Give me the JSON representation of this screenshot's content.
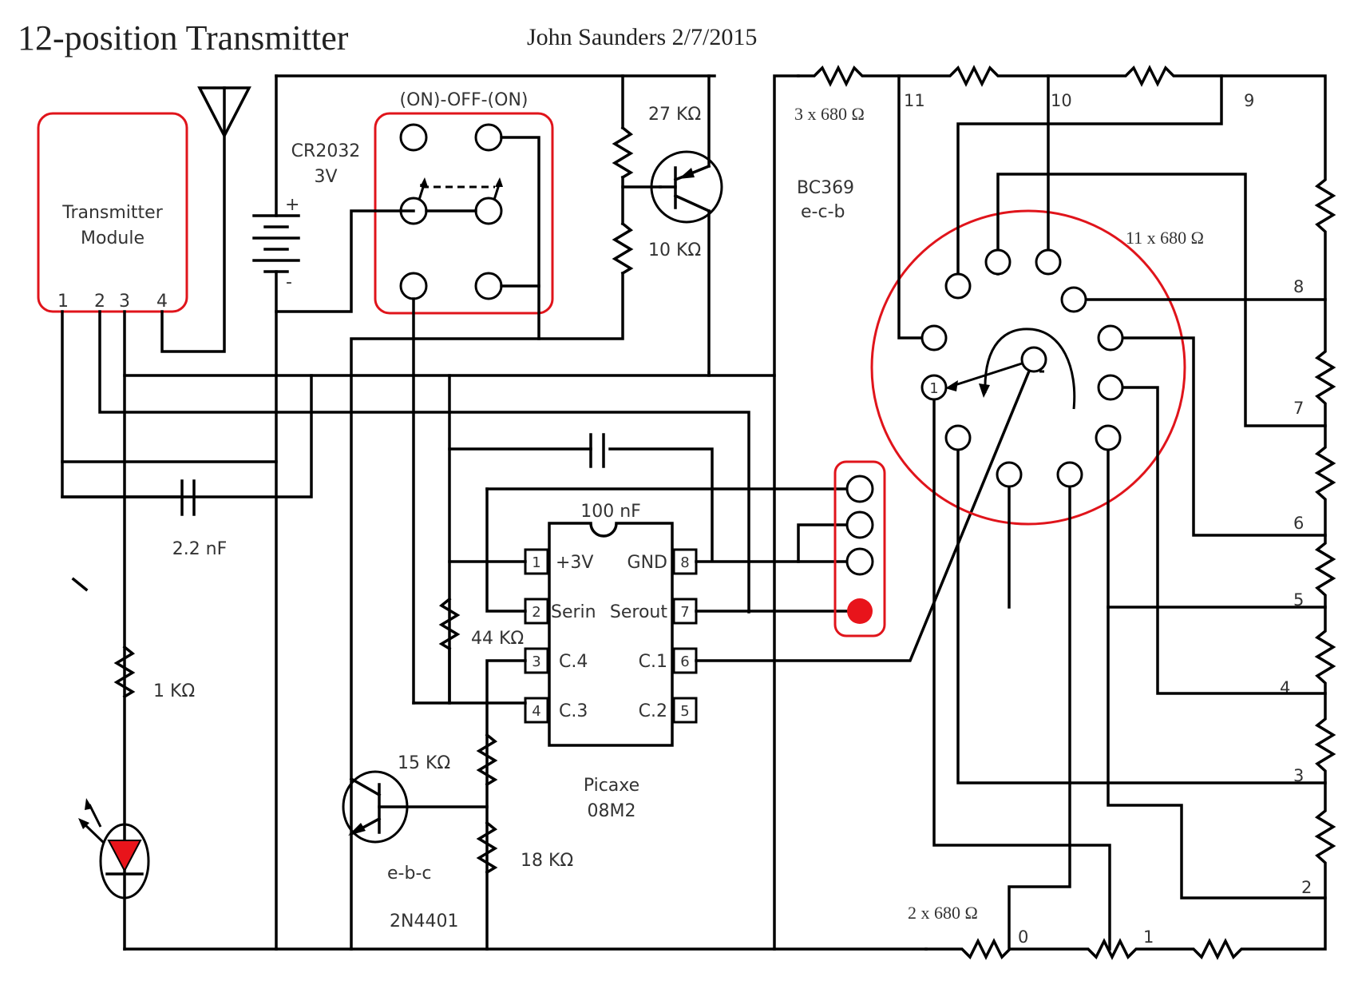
{
  "title": "12-position Transmitter",
  "author_date": "John Saunders 2/7/2015",
  "colors": {
    "highlight": "#e0141b",
    "wire": "#000000",
    "led_fill": "#e8141b",
    "background": "#ffffff"
  },
  "transmitter_module": {
    "label_line1": "Transmitter",
    "label_line2": "Module",
    "pins": [
      "1",
      "2",
      "3",
      "4"
    ]
  },
  "battery": {
    "label_line1": "CR2032",
    "label_line2": "3V",
    "plus": "+",
    "minus": "-"
  },
  "switch": {
    "label": "(ON)-OFF-(ON)"
  },
  "resistors": {
    "r27k": "27 KΩ",
    "r10k": "10 KΩ",
    "r44k": "44 KΩ",
    "r1k": "1 KΩ",
    "r15k": "15 KΩ",
    "r18k": "18 KΩ",
    "top_chain": "3 x 680 Ω",
    "right_chain": "11 x 680 Ω",
    "bottom_chain": "2 x 680 Ω"
  },
  "transistors": {
    "q1": {
      "part": "BC369",
      "pinout": "e-c-b"
    },
    "q2": {
      "part": "2N4401",
      "pinout": "e-b-c"
    }
  },
  "capacitors": {
    "c1": "2.2 nF",
    "c2": "100 nF"
  },
  "chip": {
    "name_line1": "Picaxe",
    "name_line2": "08M2",
    "left_pins": [
      {
        "num": "1",
        "label": "+3V"
      },
      {
        "num": "2",
        "label": "Serin"
      },
      {
        "num": "3",
        "label": "C.4"
      },
      {
        "num": "4",
        "label": "C.3"
      }
    ],
    "right_pins": [
      {
        "num": "8",
        "label": "GND"
      },
      {
        "num": "7",
        "label": "Serout"
      },
      {
        "num": "6",
        "label": "C.1"
      },
      {
        "num": "5",
        "label": "C.2"
      }
    ]
  },
  "rotary_switch": {
    "wiper_label": "1"
  },
  "position_labels": [
    "0",
    "1",
    "2",
    "3",
    "4",
    "5",
    "6",
    "7",
    "8",
    "9",
    "10",
    "11"
  ]
}
